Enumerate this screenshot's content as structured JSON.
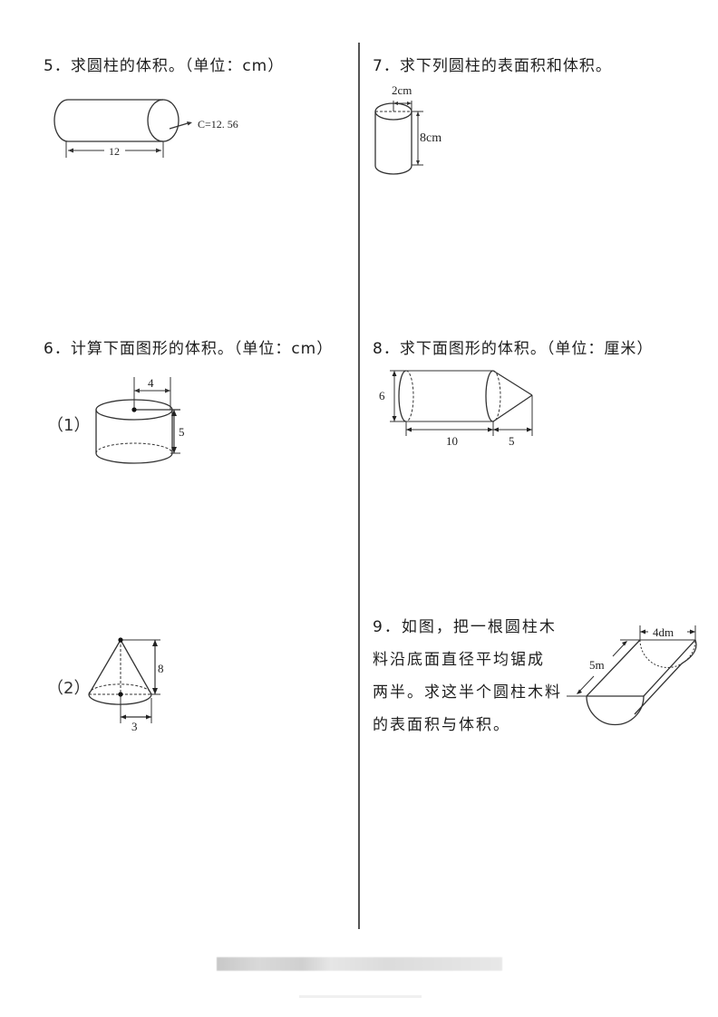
{
  "questions": {
    "q5": {
      "title": "5．求圆柱的体积。（单位：cm）",
      "figure": {
        "length_label": "12",
        "circumference_label": "C=12. 56"
      }
    },
    "q6": {
      "title": "6．计算下面图形的体积。（单位：cm）",
      "part1": {
        "label": "（1）",
        "radius_label": "4",
        "height_label": "5"
      },
      "part2": {
        "label": "（2）",
        "height_label": "8",
        "radius_label": "3"
      }
    },
    "q7": {
      "title": "7．求下列圆柱的表面积和体积。",
      "figure": {
        "radius_label": "2cm",
        "height_label": "8cm"
      }
    },
    "q8": {
      "title": "8．求下面图形的体积。（单位：厘米）",
      "figure": {
        "diameter_label": "6",
        "cylinder_length_label": "10",
        "cone_length_label": "5"
      }
    },
    "q9": {
      "lines": [
        "9．如图，把一根圆柱木",
        "料沿底面直径平均锯成",
        "两半。求这半个圆柱木料",
        "的表面积与体积。"
      ],
      "figure": {
        "diameter_label": "4dm",
        "length_label": "5m"
      }
    }
  }
}
